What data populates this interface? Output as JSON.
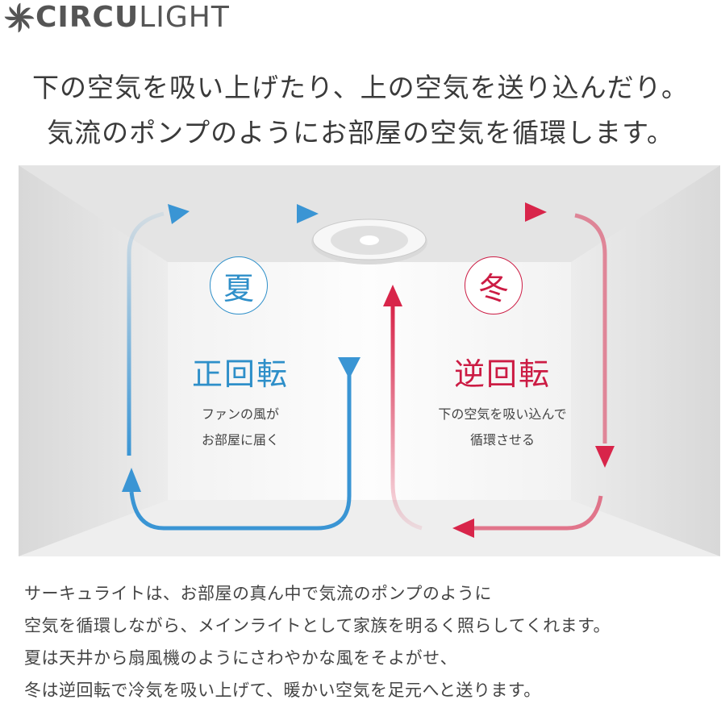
{
  "logo": {
    "text_bold": "CIRCU",
    "text_light": "LIGHT",
    "icon": "fan-icon"
  },
  "headline": [
    "下の空気を吸い上げたり、上の空気を送り込んだり。",
    "気流のポンプのようにお部屋の空気を循環します。"
  ],
  "summer": {
    "badge": "夏",
    "title": "正回転",
    "desc": [
      "ファンの風が",
      "お部屋に届く"
    ],
    "color": "#2e8fc9"
  },
  "winter": {
    "badge": "冬",
    "title": "逆回転",
    "desc": [
      "下の空気を吸い込んで",
      "循環させる"
    ],
    "color": "#cc1c44"
  },
  "body": [
    "サーキュライトは、お部屋の真ん中で気流のポンプのように",
    "空気を循環しながら、メインライトとして家族を明るく照らしてくれます。",
    "夏は天井から扇風機のようにさわやかな風をそよがせ、",
    "冬は逆回転で冷気を吸い上げて、暖かい空気を足元へと送ります。"
  ]
}
